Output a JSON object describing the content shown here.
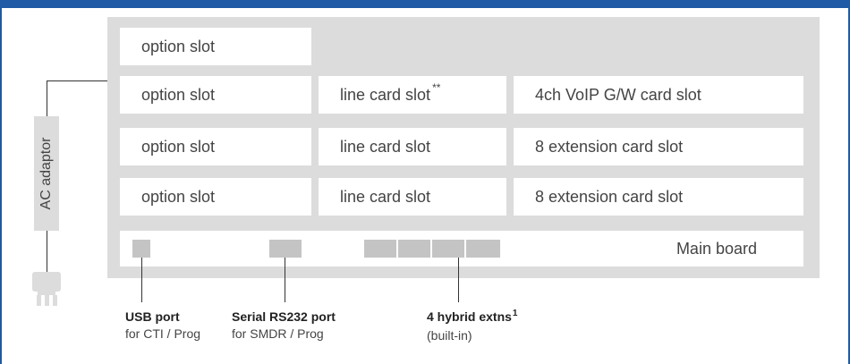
{
  "slots": [
    {
      "row": 1,
      "cells": [
        {
          "label": "option slot"
        }
      ]
    },
    {
      "row": 2,
      "cells": [
        {
          "label": "option slot"
        },
        {
          "label": "line card slot",
          "sup": "**"
        },
        {
          "label": "4ch VoIP G/W card slot"
        }
      ]
    },
    {
      "row": 3,
      "cells": [
        {
          "label": "option slot"
        },
        {
          "label": "line card slot"
        },
        {
          "label": "8 extension card slot"
        }
      ]
    },
    {
      "row": 4,
      "cells": [
        {
          "label": "option slot"
        },
        {
          "label": "line card slot"
        },
        {
          "label": "8 extension card slot"
        }
      ]
    }
  ],
  "main_board": {
    "label": "Main board"
  },
  "ac_adaptor": {
    "label": "AC adaptor"
  },
  "ports": {
    "usb": {
      "title": "USB port",
      "subtitle": "for CTI / Prog"
    },
    "serial": {
      "title": "Serial RS232 port",
      "subtitle": "for SMDR / Prog"
    },
    "hybrid": {
      "title": "4 hybrid extns",
      "sup": "1",
      "subtitle": "(built-in)"
    }
  },
  "colors": {
    "frame": "#1f5aa6",
    "cabinet": "#dcdcdc",
    "port": "#c4c4c4"
  }
}
